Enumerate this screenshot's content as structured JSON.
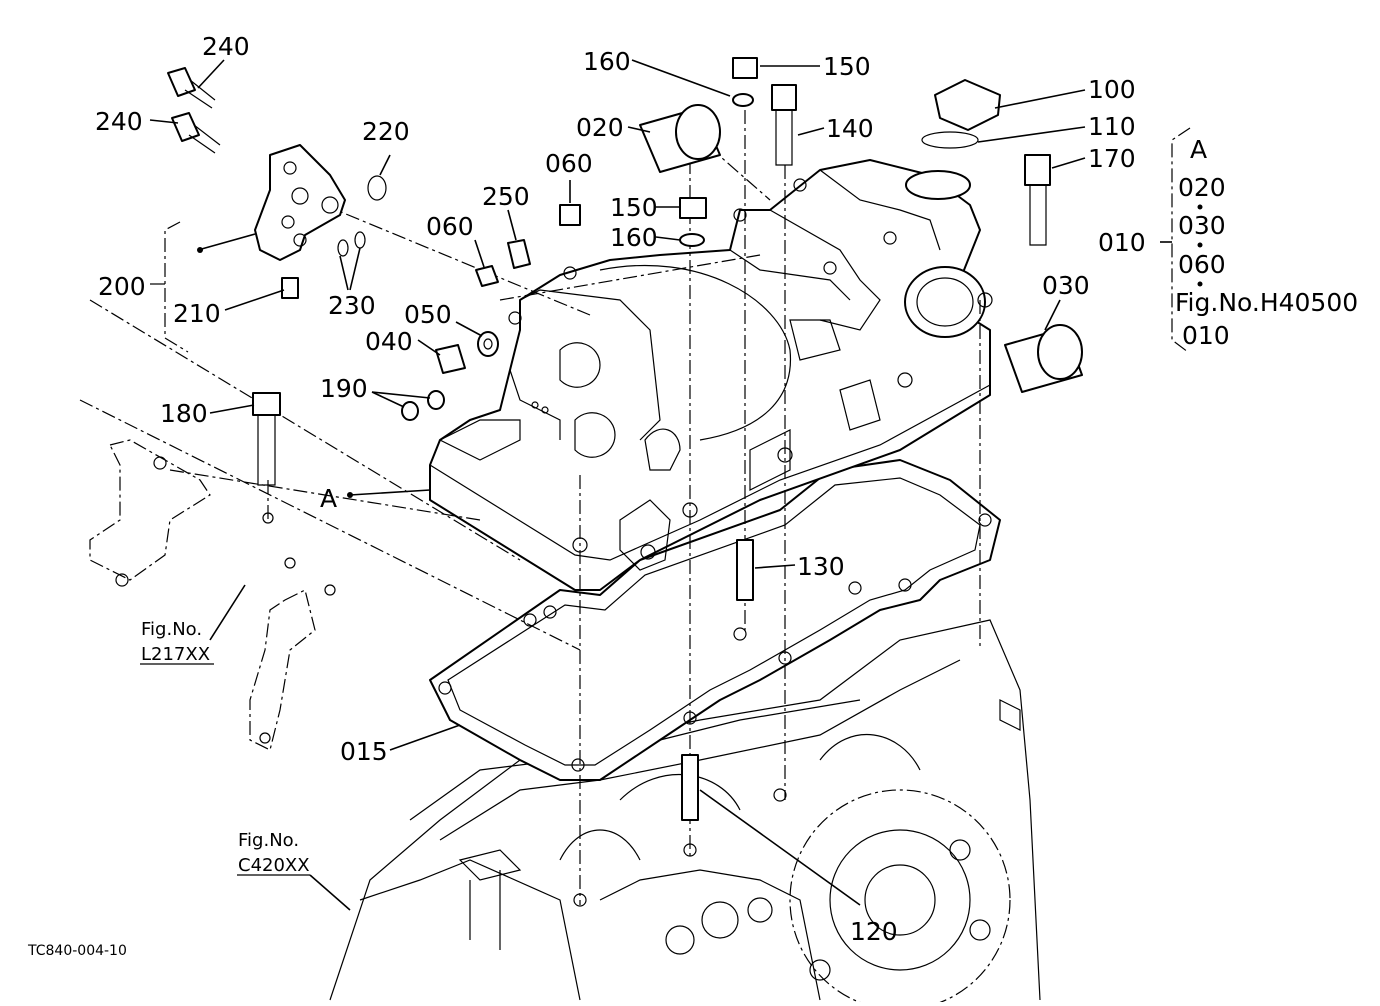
{
  "labels": {
    "p240a": "240",
    "p240b": "240",
    "p220": "220",
    "p200": "200",
    "p210": "210",
    "p230": "230",
    "p250": "250",
    "p060a": "060",
    "p060b": "060",
    "p050": "050",
    "p040": "040",
    "p190": "190",
    "p180": "180",
    "pA": "A",
    "p160a": "160",
    "p150a": "150",
    "p020": "020",
    "p140": "140",
    "p150b": "150",
    "p160b": "160",
    "p100": "100",
    "p110": "110",
    "p170": "170",
    "p030": "030",
    "p130": "130",
    "p015": "015",
    "p120": "120",
    "p010": "010"
  },
  "legend_box": {
    "title": "A",
    "items": [
      "020",
      "030",
      "060",
      "Fig.No.H40500",
      "010"
    ]
  },
  "fig_refs": {
    "l217_a": "Fig.No.",
    "l217_b": "L217XX",
    "c420_a": "Fig.No.",
    "c420_b": "C420XX"
  },
  "drawing_code": "TC840-004-10"
}
